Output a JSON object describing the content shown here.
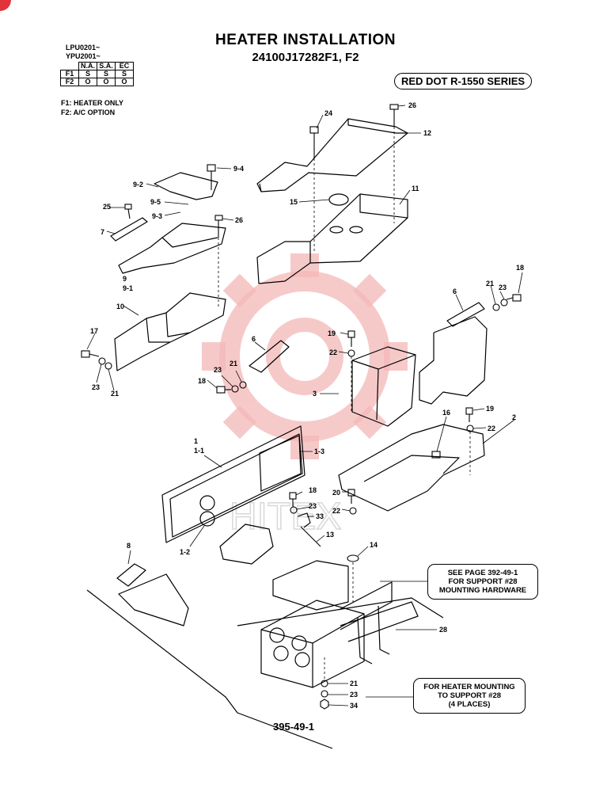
{
  "header": {
    "title": "HEATER INSTALLATION",
    "part_number": "24100J17282F1, F2",
    "serials": [
      "LPU0201~",
      "YPU2001~"
    ],
    "series_badge": "RED DOT R-1550 SERIES"
  },
  "applicability": {
    "columns": [
      "N.A.",
      "S.A.",
      "EC"
    ],
    "rows": [
      {
        "label": "F1",
        "values": [
          "S",
          "S",
          "S"
        ]
      },
      {
        "label": "F2",
        "values": [
          "O",
          "O",
          "O"
        ]
      }
    ]
  },
  "legend": [
    "F1: HEATER ONLY",
    "F2: A/C OPTION"
  ],
  "callouts": {
    "support_hardware": [
      "SEE PAGE 392-49-1",
      "FOR SUPPORT #28",
      "MOUNTING HARDWARE"
    ],
    "heater_mounting": [
      "FOR HEATER MOUNTING",
      "TO SUPPORT #28",
      "(4 PLACES)"
    ]
  },
  "part_labels": [
    "1",
    "1-1",
    "1-2",
    "1-3",
    "2",
    "3",
    "6",
    "6",
    "7",
    "8",
    "9",
    "9-1",
    "9-2",
    "9-3",
    "9-4",
    "9-5",
    "10",
    "11",
    "12",
    "13",
    "14",
    "15",
    "16",
    "17",
    "18",
    "18",
    "18",
    "19",
    "19",
    "20",
    "21",
    "21",
    "21",
    "21",
    "22",
    "22",
    "22",
    "23",
    "23",
    "23",
    "23",
    "23",
    "24",
    "25",
    "26",
    "26",
    "28",
    "33",
    "34"
  ],
  "watermark": "HITEX",
  "page_number": "395-49-1",
  "colors": {
    "ink": "#000000",
    "watermark": "#f4b8b8",
    "badge": "#e0343a"
  }
}
